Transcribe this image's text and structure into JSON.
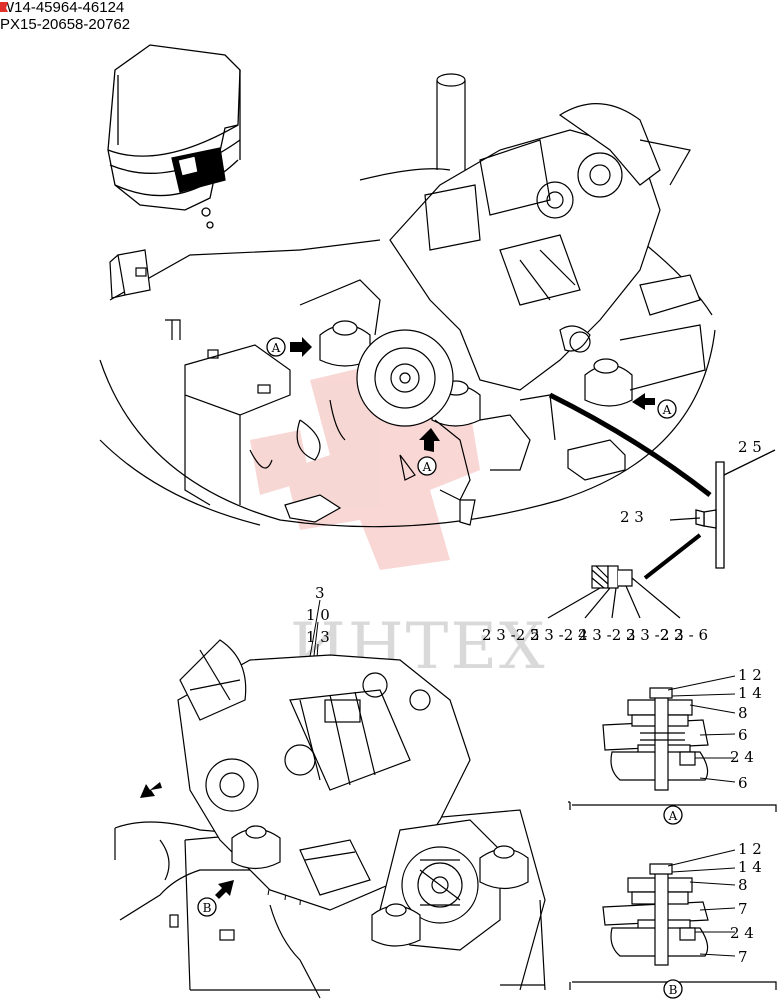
{
  "header": {
    "serials": [
      "W14-45964-46124",
      "PX15-20658-20762"
    ]
  },
  "watermark": {
    "text": "ИНТЕХ",
    "color": "#e8746e"
  },
  "callouts": {
    "top_right": [
      "2 5",
      "2 3"
    ],
    "parts_row": [
      "2 3 -2 5",
      "2 3 -2 4",
      "2 3 -2 3",
      "2 3 -2 2",
      "2 3 - 6"
    ],
    "engine_top": [
      "3",
      "1 0",
      "1 3"
    ]
  },
  "views": {
    "a_label": "A",
    "b_label": "B"
  },
  "detail_a": {
    "letter": "A",
    "labels": [
      "1 2",
      "1 4",
      "8",
      "6",
      "2 4",
      "6"
    ]
  },
  "detail_b": {
    "letter": "B",
    "labels": [
      "1 2",
      "1 4",
      "8",
      "7",
      "2 4",
      "7"
    ]
  }
}
